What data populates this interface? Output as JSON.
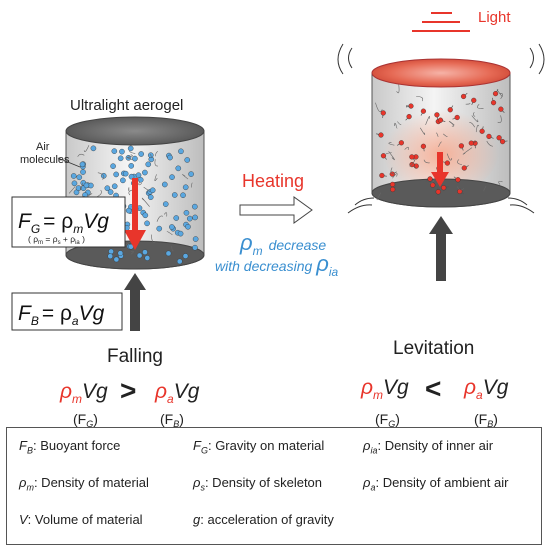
{
  "light_label": "Light",
  "aerogel_title": "Ultralight aerogel",
  "air_molecules_label": [
    "Air",
    "molecules"
  ],
  "heating_label": "Heating",
  "rho_change": {
    "symbol": "ρ",
    "sub": "m",
    "line1_text": "decrease",
    "line2_text": "with decreasing",
    "sub2": "ia"
  },
  "fg_equation": {
    "lhs": "F",
    "lhs_sub": "G",
    "rhs": "= ρ",
    "rhs_sub": "m",
    "tail": "Vg"
  },
  "rho_m_formula": {
    "open": "( ρ",
    "s1": "m",
    "mid1": " = ρ",
    "s2": "s",
    "mid2": " + ρ",
    "s3": "ia",
    "close": " )"
  },
  "fb_equation": {
    "lhs": "F",
    "lhs_sub": "B",
    "rhs": "= ρ",
    "rhs_sub": "a",
    "tail": "Vg"
  },
  "falling": {
    "title": "Falling",
    "left": {
      "rho": "ρ",
      "sub": "m",
      "tail": "Vg"
    },
    "op": ">",
    "right": {
      "rho": "ρ",
      "sub": "a",
      "tail": "Vg"
    },
    "left_caption": {
      "open": "(F",
      "sub": "G",
      "close": ")"
    },
    "right_caption": {
      "open": "(F",
      "sub": "B",
      "close": ")"
    }
  },
  "levitation": {
    "title": "Levitation",
    "left": {
      "rho": "ρ",
      "sub": "m",
      "tail": "Vg"
    },
    "op": "<",
    "right": {
      "rho": "ρ",
      "sub": "a",
      "tail": "Vg"
    },
    "left_caption": {
      "open": "(F",
      "sub": "G",
      "close": ")"
    },
    "right_caption": {
      "open": "(F",
      "sub": "B",
      "close": ")"
    }
  },
  "legend": [
    {
      "sym": "F",
      "sub": "B",
      "text": ": Buoyant force"
    },
    {
      "sym": "F",
      "sub": "G",
      "text": ": Gravity on material"
    },
    {
      "sym": "ρ",
      "sub": "ia",
      "text": ": Density of inner air"
    },
    {
      "sym": "ρ",
      "sub": "m",
      "text": ": Density of material"
    },
    {
      "sym": "ρ",
      "sub": "s",
      "text": ": Density of skeleton"
    },
    {
      "sym": "ρ",
      "sub": "a",
      "text": ": Density of ambient air"
    },
    {
      "sym": "V",
      "sub": "",
      "text": ": Volume of material"
    },
    {
      "sym": "g",
      "sub": "",
      "text": ": acceleration of gravity"
    }
  ],
  "colors": {
    "red": "#e8352b",
    "blue": "#3a8fd0",
    "dark": "#444444",
    "gray": "#5b5b5b"
  }
}
